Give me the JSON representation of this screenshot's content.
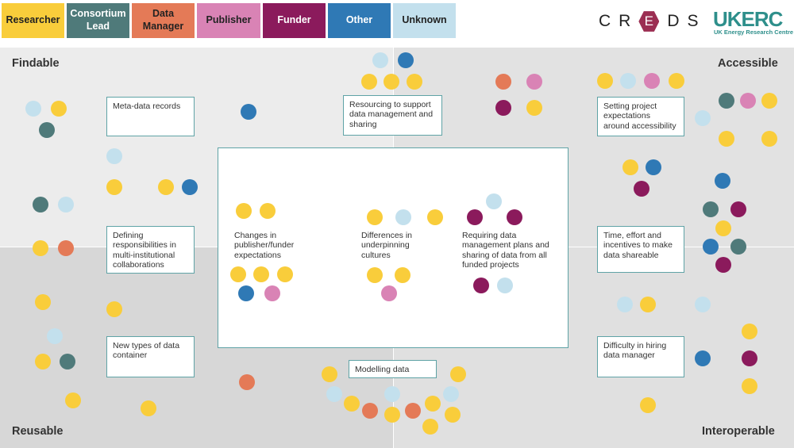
{
  "legend": [
    {
      "label": "Researcher",
      "bg": "#f9cd3b",
      "fg": "#222222"
    },
    {
      "label": "Consortium\nLead",
      "bg": "#4f7a7a",
      "fg": "#ffffff"
    },
    {
      "label": "Data\nManager",
      "bg": "#e47a57",
      "fg": "#222222"
    },
    {
      "label": "Publisher",
      "bg": "#d983b5",
      "fg": "#222222"
    },
    {
      "label": "Funder",
      "bg": "#8b1a5c",
      "fg": "#ffffff"
    },
    {
      "label": "Other",
      "bg": "#2f79b5",
      "fg": "#ffffff"
    },
    {
      "label": "Unknown",
      "bg": "#c3e0ed",
      "fg": "#222222"
    }
  ],
  "logos": {
    "creds": "CREDS",
    "ukerc": "UKERC",
    "ukerc_sub": "UK Energy Research Centre"
  },
  "quadrants": {
    "findable": "Findable",
    "accessible": "Accessible",
    "reusable": "Reusable",
    "interoperable": "Interoperable"
  },
  "notes": {
    "meta_data": "Meta-data records",
    "resourcing": "Resourcing to support data management and sharing",
    "setting_expectations": "Setting project expectations around accessibility",
    "defining_responsibilities": "Defining responsibilities in multi-institutional collaborations",
    "time_effort": "Time, effort and incentives to make data shareable",
    "new_types": "New types of data container",
    "modelling": "Modelling data",
    "difficulty_hiring": "Difficulty in hiring data manager"
  },
  "center": {
    "changes": "Changes in publisher/funder expectations",
    "differences": "Differences in underpinning cultures",
    "requiring": "Requiring data management plans and sharing of data from all funded projects"
  },
  "colors": {
    "researcher": "#f9cd3b",
    "consortium": "#4f7a7a",
    "datamanager": "#e47a57",
    "publisher": "#d983b5",
    "funder": "#8b1a5c",
    "other": "#2f79b5",
    "unknown": "#c3e0ed"
  },
  "dots": [
    [
      "unknown",
      479,
      76
    ],
    [
      "other",
      511,
      76
    ],
    [
      "researcher",
      465,
      103
    ],
    [
      "researcher",
      493,
      103
    ],
    [
      "researcher",
      522,
      103
    ],
    [
      "datamanager",
      634,
      103
    ],
    [
      "publisher",
      673,
      103
    ],
    [
      "funder",
      634,
      136
    ],
    [
      "researcher",
      673,
      136
    ],
    [
      "researcher",
      762,
      102
    ],
    [
      "unknown",
      791,
      102
    ],
    [
      "publisher",
      821,
      102
    ],
    [
      "researcher",
      852,
      102
    ],
    [
      "consortium",
      915,
      127
    ],
    [
      "publisher",
      942,
      127
    ],
    [
      "researcher",
      969,
      127
    ],
    [
      "unknown",
      885,
      149
    ],
    [
      "researcher",
      915,
      175
    ],
    [
      "researcher",
      969,
      175
    ],
    [
      "unknown",
      42,
      137
    ],
    [
      "researcher",
      74,
      137
    ],
    [
      "consortium",
      59,
      164
    ],
    [
      "other",
      313,
      141
    ],
    [
      "unknown",
      144,
      197
    ],
    [
      "researcher",
      144,
      236
    ],
    [
      "researcher",
      209,
      236
    ],
    [
      "other",
      239,
      236
    ],
    [
      "consortium",
      51,
      258
    ],
    [
      "unknown",
      83,
      258
    ],
    [
      "researcher",
      51,
      313
    ],
    [
      "datamanager",
      83,
      313
    ],
    [
      "researcher",
      794,
      211
    ],
    [
      "other",
      823,
      211
    ],
    [
      "funder",
      808,
      238
    ],
    [
      "other",
      910,
      228
    ],
    [
      "consortium",
      895,
      264
    ],
    [
      "funder",
      930,
      264
    ],
    [
      "researcher",
      911,
      288
    ],
    [
      "other",
      895,
      311
    ],
    [
      "consortium",
      930,
      311
    ],
    [
      "funder",
      911,
      334
    ],
    [
      "researcher",
      307,
      266
    ],
    [
      "researcher",
      337,
      266
    ],
    [
      "researcher",
      472,
      274
    ],
    [
      "unknown",
      508,
      274
    ],
    [
      "researcher",
      548,
      274
    ],
    [
      "unknown",
      622,
      254
    ],
    [
      "funder",
      598,
      274
    ],
    [
      "funder",
      648,
      274
    ],
    [
      "researcher",
      300,
      346
    ],
    [
      "researcher",
      329,
      346
    ],
    [
      "researcher",
      359,
      346
    ],
    [
      "other",
      310,
      370
    ],
    [
      "publisher",
      343,
      370
    ],
    [
      "researcher",
      472,
      347
    ],
    [
      "researcher",
      507,
      347
    ],
    [
      "publisher",
      490,
      370
    ],
    [
      "funder",
      606,
      360
    ],
    [
      "unknown",
      636,
      360
    ],
    [
      "researcher",
      54,
      381
    ],
    [
      "researcher",
      144,
      390
    ],
    [
      "unknown",
      787,
      384
    ],
    [
      "researcher",
      816,
      384
    ],
    [
      "unknown",
      885,
      384
    ],
    [
      "unknown",
      69,
      424
    ],
    [
      "researcher",
      54,
      456
    ],
    [
      "consortium",
      85,
      456
    ],
    [
      "researcher",
      944,
      418
    ],
    [
      "other",
      885,
      452
    ],
    [
      "funder",
      944,
      452
    ],
    [
      "researcher",
      944,
      487
    ],
    [
      "researcher",
      415,
      472
    ],
    [
      "researcher",
      577,
      472
    ],
    [
      "datamanager",
      311,
      482
    ],
    [
      "unknown",
      421,
      497
    ],
    [
      "unknown",
      494,
      497
    ],
    [
      "unknown",
      568,
      497
    ],
    [
      "researcher",
      92,
      505
    ],
    [
      "researcher",
      187,
      515
    ],
    [
      "researcher",
      443,
      509
    ],
    [
      "researcher",
      545,
      509
    ],
    [
      "datamanager",
      466,
      518
    ],
    [
      "researcher",
      494,
      523
    ],
    [
      "datamanager",
      520,
      518
    ],
    [
      "researcher",
      570,
      523
    ],
    [
      "researcher",
      542,
      538
    ],
    [
      "researcher",
      816,
      511
    ]
  ]
}
